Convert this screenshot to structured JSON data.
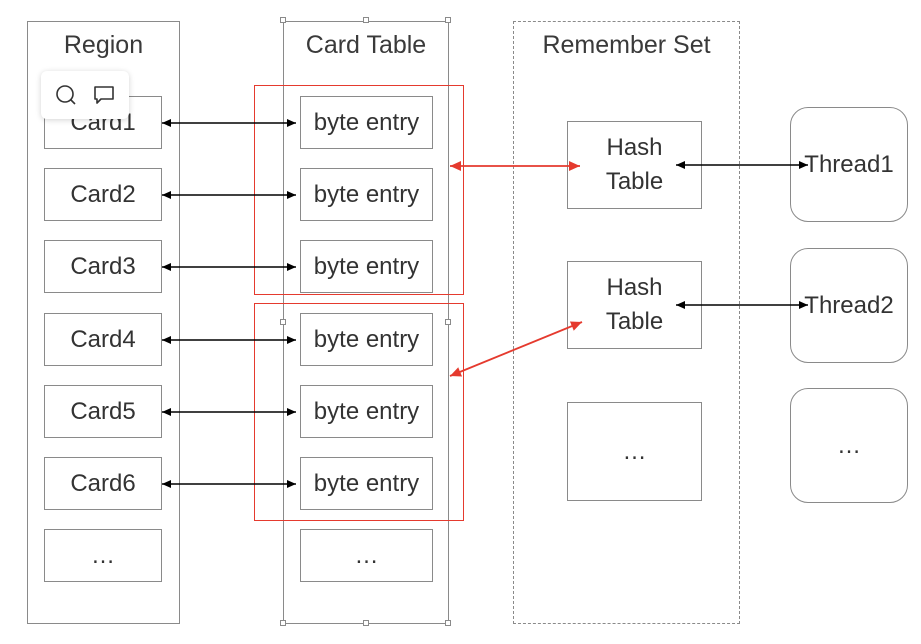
{
  "columns": {
    "region": "Region",
    "card_table": "Card Table",
    "remember_set": "Remember Set"
  },
  "region_cards": [
    "Card1",
    "Card2",
    "Card3",
    "Card4",
    "Card5",
    "Card6",
    "…"
  ],
  "card_table_entries": [
    "byte entry",
    "byte entry",
    "byte entry",
    "byte entry",
    "byte entry",
    "byte entry",
    "…"
  ],
  "remember_set_items": [
    {
      "line1": "Hash",
      "line2": "Table"
    },
    {
      "line1": "Hash",
      "line2": "Table"
    },
    {
      "line1": "…",
      "line2": ""
    }
  ],
  "threads": [
    "Thread1",
    "Thread2",
    "…"
  ],
  "toolbar": {
    "icons": [
      "search-icon",
      "comment-icon"
    ]
  },
  "colors": {
    "border": "#8a8a8a",
    "highlight": "#e53a2e",
    "arrow": "#000000",
    "text": "#333333"
  }
}
